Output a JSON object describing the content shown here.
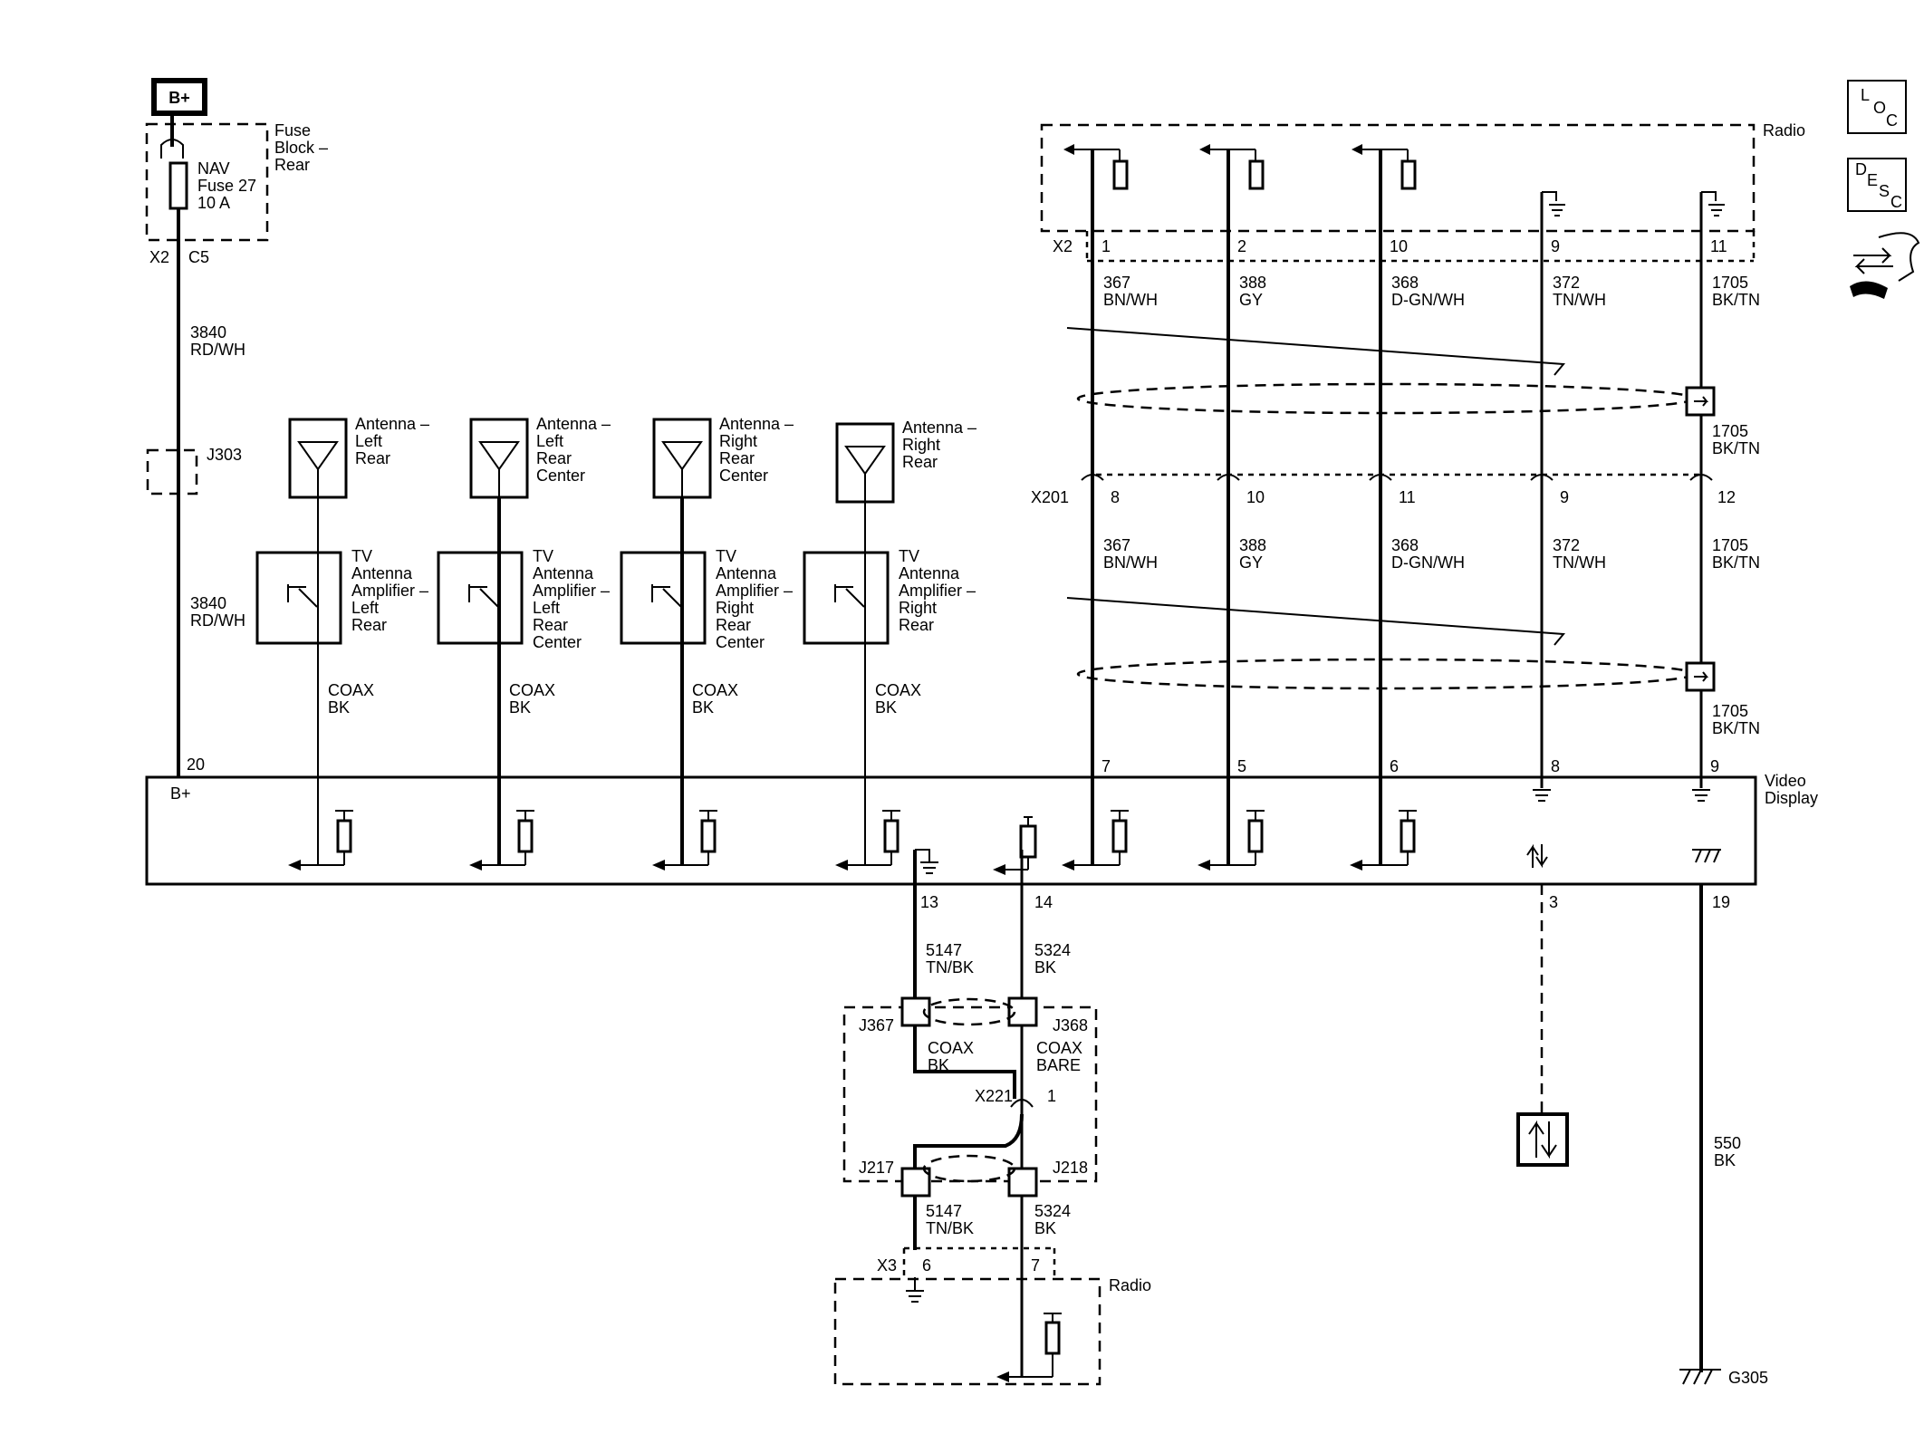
{
  "power": {
    "label": "B+"
  },
  "fuse_block": {
    "title": "Fuse Block – Rear",
    "fuse": "NAV Fuse 27 10 A",
    "connector": "X2",
    "pin": "C5"
  },
  "feed_wire": {
    "circuit": "3840",
    "color": "RD/WH"
  },
  "splice": {
    "label": "J303"
  },
  "antennas": [
    {
      "antenna": "Antenna – Left Rear",
      "amplifier": "TV Antenna Amplifier – Left Rear"
    },
    {
      "antenna": "Antenna – Left Rear Center",
      "amplifier": "TV Antenna Amplifier – Left Rear Center"
    },
    {
      "antenna": "Antenna – Right Rear Center",
      "amplifier": "TV Antenna Amplifier – Right Rear Center"
    },
    {
      "antenna": "Antenna – Right Rear",
      "amplifier": "TV Antenna Amplifier – Right Rear"
    }
  ],
  "coax_label": "COAX BK",
  "radio_top": {
    "title": "Radio",
    "connector": "X2"
  },
  "inline_connector": "X201",
  "circuits": [
    {
      "pin_radio": "1",
      "circuit": "367",
      "color": "BN/WH",
      "pin_x201": "8",
      "pin_display": "7"
    },
    {
      "pin_radio": "2",
      "circuit": "388",
      "color": "GY",
      "pin_x201": "10",
      "pin_display": "5"
    },
    {
      "pin_radio": "10",
      "circuit": "368",
      "color": "D-GN/WH",
      "pin_x201": "11",
      "pin_display": "6"
    },
    {
      "pin_radio": "9",
      "circuit": "372",
      "color": "TN/WH",
      "pin_x201": "9",
      "pin_display": "8"
    },
    {
      "pin_radio": "11",
      "circuit": "1705",
      "color": "BK/TN",
      "pin_x201": "12",
      "pin_display": "9"
    }
  ],
  "video_display": {
    "title": "Video Display",
    "bplus": "B+",
    "pin_bplus": "20",
    "pin_13": "13",
    "pin_14": "14",
    "pin_3": "3",
    "pin_19": "19"
  },
  "lower_coax": {
    "w1": {
      "circuit": "5147",
      "color": "TN/BK"
    },
    "w2": {
      "circuit": "5324",
      "color": "BK"
    },
    "j367": "J367",
    "j368": "J368",
    "j217": "J217",
    "j218": "J218",
    "coax_bk": "COAX BK",
    "coax_bare": "COAX BARE",
    "x221": "X221",
    "x221_pin": "1"
  },
  "radio_bottom": {
    "title": "Radio",
    "connector": "X3",
    "pin_a": "6",
    "pin_b": "7"
  },
  "ground": {
    "circuit": "550",
    "color": "BK",
    "label": "G305"
  },
  "icons": {
    "loc": "LOC",
    "desc": "DESC",
    "loc_letters": [
      "L",
      "O",
      "C"
    ],
    "desc_letters": [
      "D",
      "E",
      "S",
      "C"
    ]
  }
}
